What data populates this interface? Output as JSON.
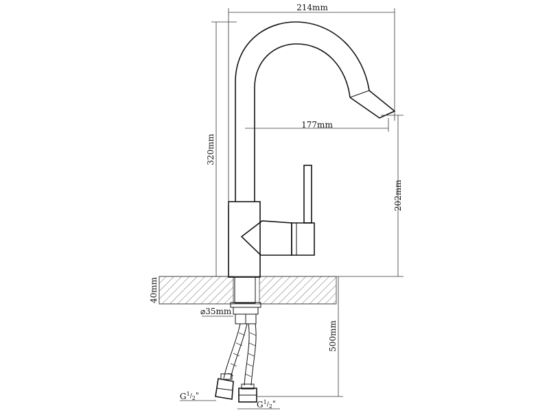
{
  "diagram": {
    "dimensions": {
      "top_width": "214mm",
      "spout_reach": "177mm",
      "total_height": "320mm",
      "spout_height": "202mm",
      "counter_thickness": "40mm",
      "hole_diameter": "35mm",
      "hose_length": "500mm"
    },
    "connections": {
      "left": {
        "main": "G",
        "sup": "1",
        "sub": "2",
        "quote": "\""
      },
      "right": {
        "main": "G",
        "sup": "1",
        "sub": "2",
        "quote": "\""
      }
    },
    "symbols": {
      "diameter": "⌀"
    }
  }
}
